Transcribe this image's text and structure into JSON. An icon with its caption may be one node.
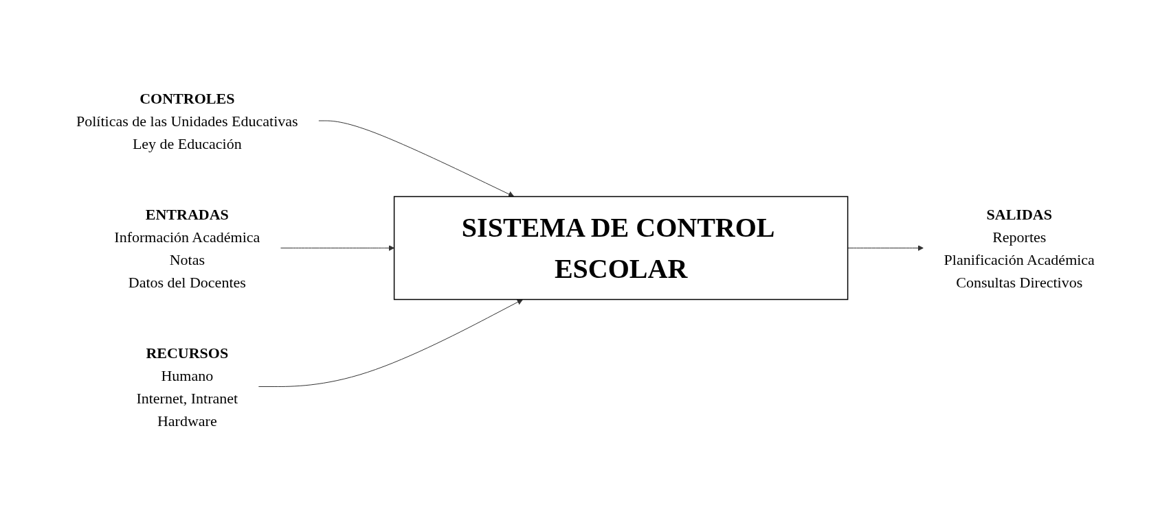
{
  "diagram": {
    "nodes": [
      {
        "text": [
          "CONTROLES",
          "Políticas de las Unidades Educativas",
          "Ley de Educación"
        ]
      },
      {
        "text": [
          "ENTRADAS",
          "Información Académica",
          "Notas",
          "Datos del Docentes"
        ]
      },
      {
        "text": [
          "SISTEMA DE CONTROL ESCOLAR"
        ]
      },
      {
        "text": [
          "SALIDAS",
          "Reportes",
          "Planificación Académica",
          "Consultas Directivos"
        ]
      },
      {
        "text": [
          "RECURSOS",
          "Humano",
          "Internet, Intranet",
          "Hardware"
        ]
      }
    ],
    "edges": [
      {
        "from": 0,
        "to": 2,
        "arrow": "to"
      },
      {
        "from": 1,
        "to": 2,
        "arrow": "to"
      },
      {
        "from": 2,
        "to": 3,
        "arrow": "to"
      },
      {
        "from": 4,
        "to": 2,
        "arrow": "to"
      }
    ]
  }
}
